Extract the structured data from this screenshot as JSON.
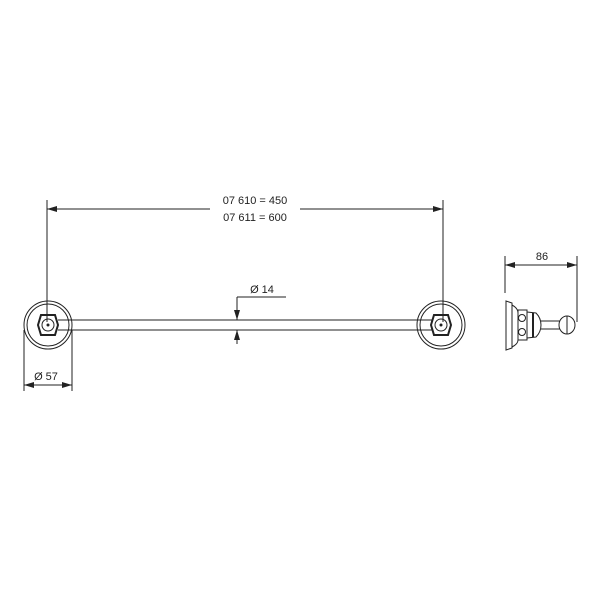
{
  "dimensions": {
    "length_line1": "07 610 = 450",
    "length_line2": "07 611 = 600",
    "bar_diameter": "Ø 14",
    "rosette_diameter": "Ø 57",
    "projection": "86"
  },
  "colors": {
    "line": "#222222",
    "background": "#ffffff"
  }
}
